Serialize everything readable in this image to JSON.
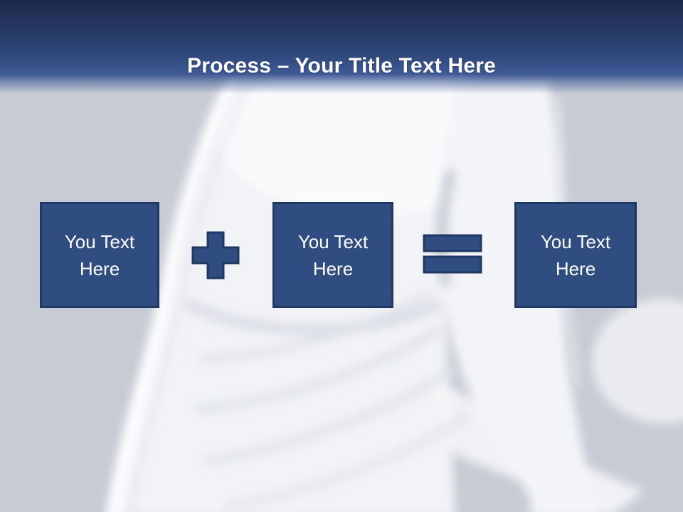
{
  "header": {
    "title_bold": "Process",
    "title_separator": "–",
    "title_rest": "Your Title Text Here"
  },
  "boxes": [
    {
      "label": "You Text Here"
    },
    {
      "label": "You Text Here"
    },
    {
      "label": "You Text Here"
    }
  ],
  "operators": [
    {
      "icon": "plus-icon",
      "meaning": "+"
    },
    {
      "icon": "equals-icon",
      "meaning": "="
    }
  ],
  "background_image": "faded white marble statue torso with draped cloth and arm",
  "colors": {
    "header_top": "#1d2949",
    "header_bottom": "#3f5a95",
    "background": "#c7cbd4",
    "box_fill": "#2f4d80",
    "box_border": "#1f3864",
    "box_text": "#ffffff",
    "statue_white": "#f4f5f7"
  }
}
